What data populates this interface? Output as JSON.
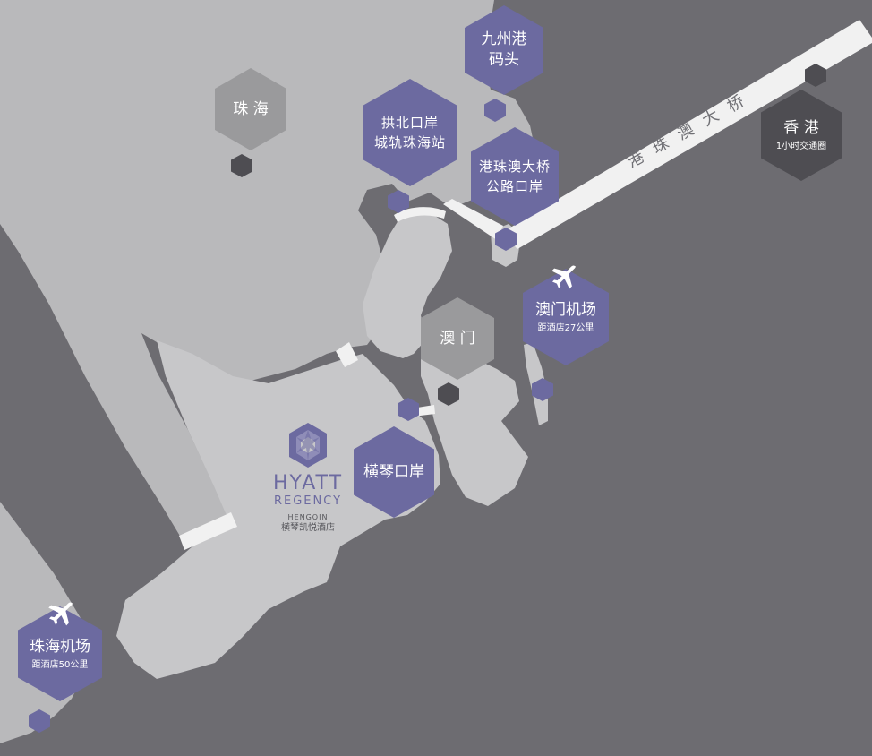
{
  "colors": {
    "sea": "#6d6c71",
    "mainland": "#b9b9bb",
    "islands": "#c7c7c9",
    "accent_purple": "#6c6aa0",
    "label_grey": "#9a9a9c",
    "label_dark": "#4e4d52",
    "bridge": "#f1f1f1"
  },
  "labels": {
    "zhuhai": "珠 海",
    "jiuzhou_line1": "九州港",
    "jiuzhou_line2": "码头",
    "gongbei_line1": "拱北口岸",
    "gongbei_line2": "城轨珠海站",
    "hzmb_port_line1": "港珠澳大桥",
    "hzmb_port_line2": "公路口岸",
    "hongkong": "香 港",
    "hongkong_sub": "1小时交通圈",
    "bridge_name": "港珠澳大桥",
    "macau": "澳 门",
    "macau_airport": "澳门机场",
    "macau_airport_sub": "距酒店27公里",
    "hengqin_port": "横琴口岸",
    "zhuhai_airport": "珠海机场",
    "zhuhai_airport_sub": "距酒店50公里"
  },
  "hotel_logo": {
    "brand": "HYATT",
    "sub": "REGENCY",
    "location": "HENGQIN",
    "chinese_name": "横琴凯悦酒店"
  },
  "icons": [
    "airplane-icon",
    "hyatt-logo-icon",
    "location-marker-icon"
  ]
}
